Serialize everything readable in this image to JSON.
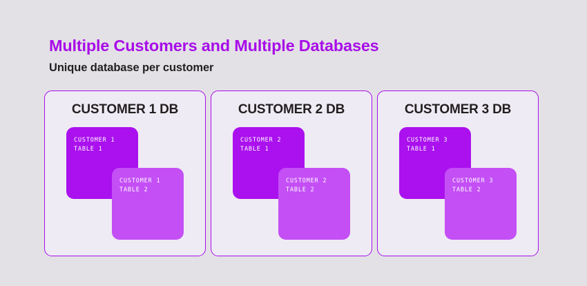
{
  "header": {
    "title": "Multiple Customers and Multiple Databases",
    "subtitle": "Unique database per customer"
  },
  "colors": {
    "page_background": "#e3e1e6",
    "title_purple": "#a80de8",
    "heading_dark": "#231f20",
    "card_fill": "#eeebf4",
    "card_border": "#a80de8",
    "table_box_dark": "#aa11ee",
    "table_box_light": "#c44ff5",
    "table_label_text": "#ffffff"
  },
  "cards": [
    {
      "title": "CUSTOMER 1 DB",
      "tables": [
        {
          "line1": "CUSTOMER 1",
          "line2": "TABLE 1"
        },
        {
          "line1": "CUSTOMER 1",
          "line2": "TABLE 2"
        }
      ]
    },
    {
      "title": "CUSTOMER 2 DB",
      "tables": [
        {
          "line1": "CUSTOMER 2",
          "line2": "TABLE 1"
        },
        {
          "line1": "CUSTOMER 2",
          "line2": "TABLE 2"
        }
      ]
    },
    {
      "title": "CUSTOMER 3 DB",
      "tables": [
        {
          "line1": "CUSTOMER 3",
          "line2": "TABLE 1"
        },
        {
          "line1": "CUSTOMER 3",
          "line2": "TABLE 2"
        }
      ]
    }
  ]
}
